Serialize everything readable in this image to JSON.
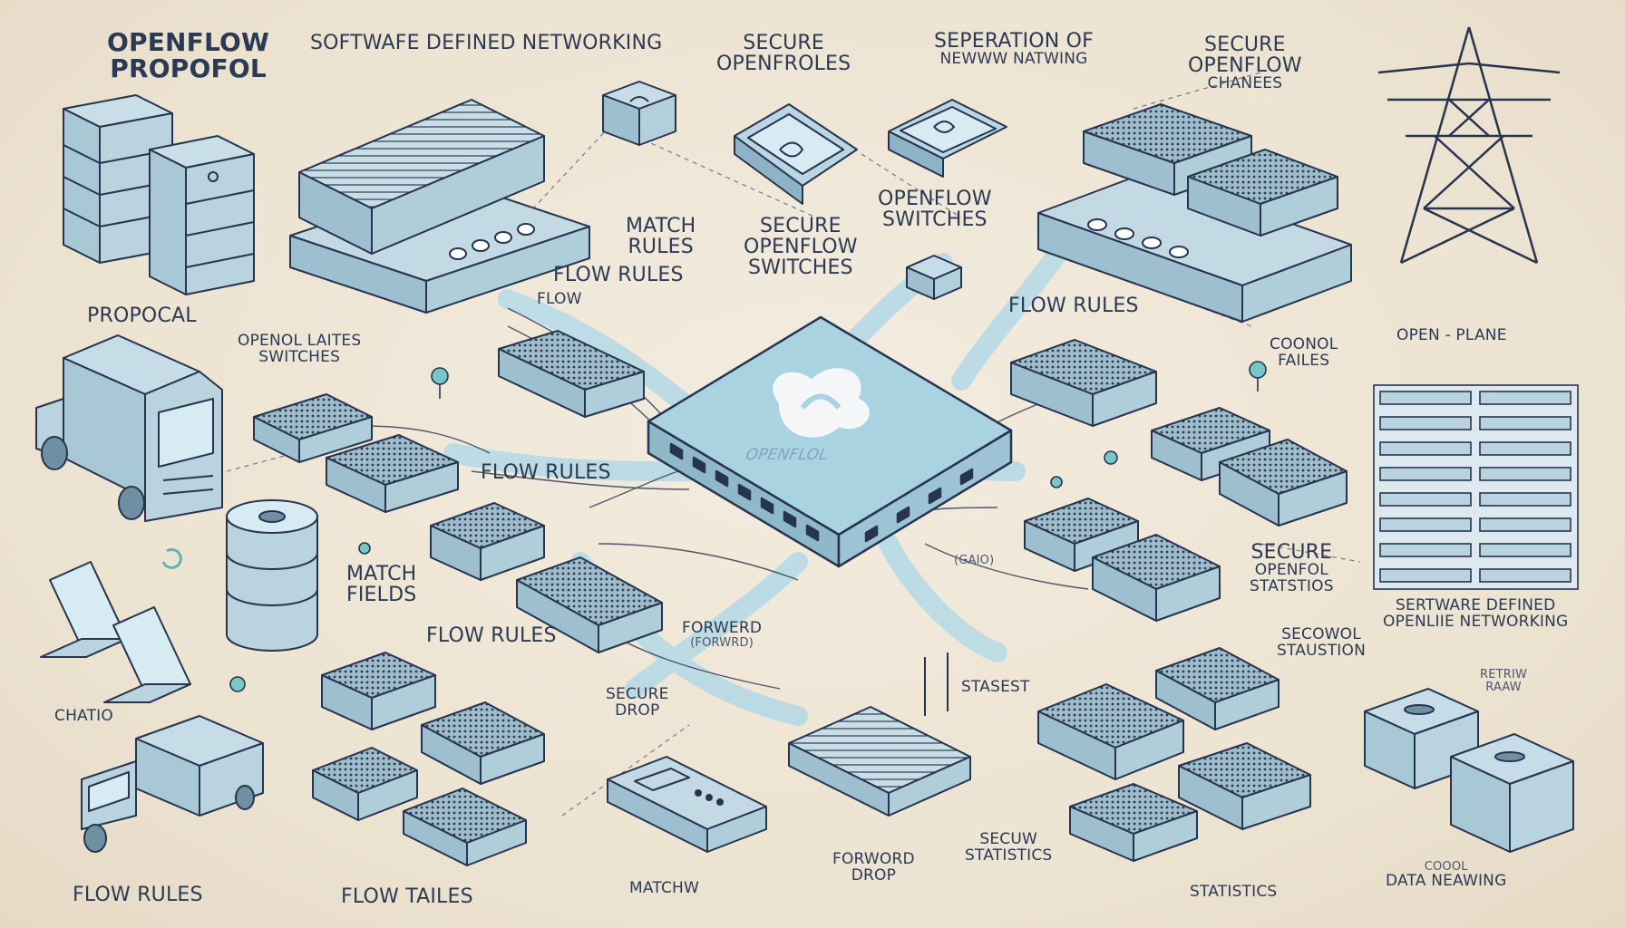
{
  "labels": {
    "title_line1": "OPENFLOW",
    "title_line2": "PROPOFOL",
    "sdn_header": "SOFTWAFE DEFINED NETWORKING",
    "secure_openfroles_1": "SECURE",
    "secure_openfroles_2": "OPENFROLES",
    "seperation_1": "SEPERATION OF",
    "seperation_2": "NEWWW NATWING",
    "secure_channels_1": "SECURE",
    "secure_channels_2": "OPENFLOW",
    "secure_channels_3": "CHANEES",
    "match_rules_1": "MATCH",
    "match_rules_2": "RULES",
    "flow_rules_top": "FLOW RULES",
    "flow_small": "FLOW",
    "secure_switches_1": "SECURE",
    "secure_switches_2": "OPENFLOW",
    "secure_switches_3": "SWITCHES",
    "openflow_switches_1": "OPENFLOW",
    "openflow_switches_2": "SWITCHES",
    "flow_rules_right": "FLOW RULES",
    "propocal": "PROPOCAL",
    "openol_1": "OPENOL LAITES",
    "openol_2": "SWITCHES",
    "coonol_1": "COONOL",
    "coonol_2": "FAILES",
    "open_plane": "OPEN - PLANE",
    "flow_rules_mid": "FLOW RULES",
    "center_badge": "OPENFLOL",
    "match_fields_1": "MATCH",
    "match_fields_2": "FIELDS",
    "secure_stats_1": "SECURE",
    "secure_stats_2": "OPENFOL",
    "secure_stats_3": "STATSTIOS",
    "sdn_footer_1": "SERTWARE DEFINED",
    "sdn_footer_2": "OPENLIIE NETWORKING",
    "flow_rules_lower": "FLOW RULES",
    "forwerd": "FORWERD",
    "forwerd_small": "(FORWRD)",
    "secowl_1": "SECOWOL",
    "secowl_2": "STAUSTION",
    "chatio": "CHATIO",
    "secure_drop_1": "SECURE",
    "secure_drop_2": "DROP",
    "stasest": "STASEST",
    "small_tag": "(GAIO)",
    "flow_rules_bottom": "FLOW RULES",
    "flow_tailes": "FLOW TAILES",
    "matchw": "MATCHW",
    "forword_drop_1": "FORWORD",
    "forword_drop_2": "DROP",
    "secuw_1": "SECUW",
    "secuw_2": "STATISTICS",
    "statistics": "STATISTICS",
    "data_naming_1": "COOOL",
    "data_naming_2": "DATA NEAWING",
    "retriw_1": "RETRIW",
    "retriw_2": "RAAW"
  },
  "colors": {
    "background": "#efe6d6",
    "device_top": "#bcd6e2",
    "device_side": "#8fb3c6",
    "outline": "#27344f",
    "hub": "#a9d3e0",
    "cable": "#b8dae6"
  }
}
